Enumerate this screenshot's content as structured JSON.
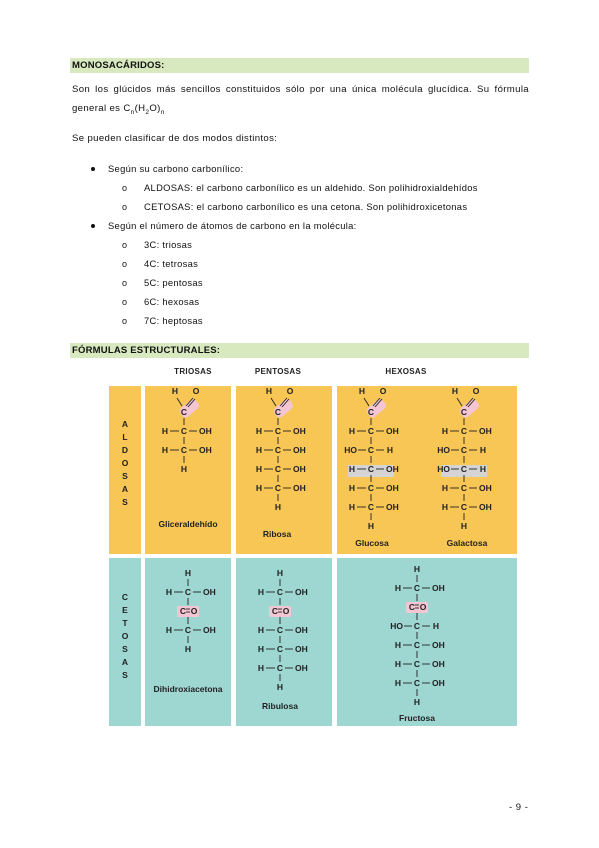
{
  "section1": {
    "heading": "MONOSACÁRIDOS:",
    "intro_line1": "Son los  glúcidos más sencillos constituidos sólo por una única molécula glucídica. Su fórmula",
    "intro_line2_prefix": "general es C",
    "intro_sub_n": "n",
    "intro_mid": "(H",
    "intro_sub_2": "2",
    "intro_after": "O)",
    "intro_sub_n2": "n",
    "classify": "Se pueden clasificar de dos modos distintos:",
    "bullets": [
      {
        "label": "Según su carbono carbonílico:",
        "items": [
          "ALDOSAS: el carbono carbonílico es un aldehido. Son polihidroxialdehídos",
          "CETOSAS: el carbono carbonílico es una   cetona. Son polihidroxicetonas"
        ]
      },
      {
        "label": "Según el número de átomos de carbono en la molécula:",
        "items": [
          "3C: triosas",
          "4C: tetrosas",
          "5C: pentosas",
          "6C: hexosas",
          "7C: heptosas"
        ]
      }
    ],
    "sub_marker": "o"
  },
  "section2": {
    "heading": "FÓRMULAS ESTRUCTURALES:"
  },
  "figure": {
    "colors": {
      "aldose_bg": "#f7c654",
      "ketose_bg": "#9ed6d2",
      "highlight_pink": "#f4c6d3",
      "highlight_grey": "#d4d4d4"
    },
    "col_headers": [
      "TRIOSAS",
      "PENTOSAS",
      "HEXOSAS"
    ],
    "row_labels": [
      "ALDOSAS",
      "CETOSAS"
    ],
    "atoms": {
      "H": "H",
      "C": "C",
      "O": "O",
      "OH": "OH",
      "HO": "HO"
    },
    "names": {
      "gliceraldehido": "Gliceraldehído",
      "ribosa": "Ribosa",
      "glucosa": "Glucosa",
      "galactosa": "Galactosa",
      "dihidroxiacetona": "Dihidroxiacetona",
      "ribulosa": "Ribulosa",
      "fructosa": "Fructosa"
    }
  },
  "page_number": "- 9 -"
}
